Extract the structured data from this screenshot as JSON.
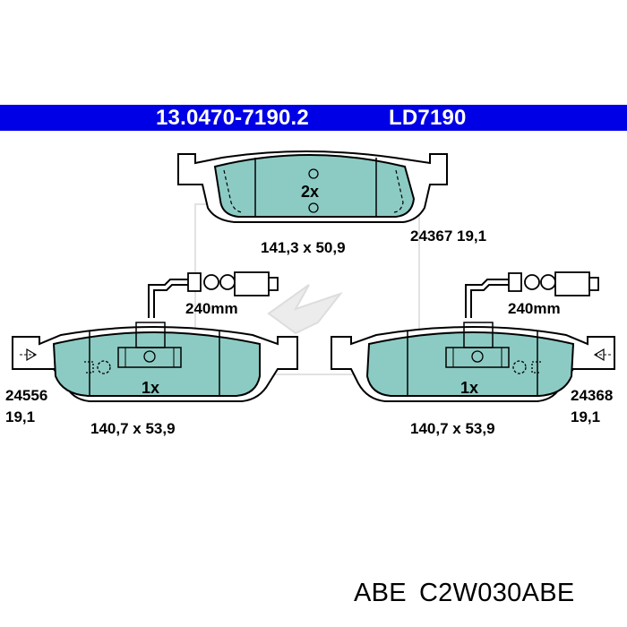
{
  "header": {
    "part_number": "13.0470-7190.2",
    "ref_number": "LD7190"
  },
  "top_pad": {
    "quantity": "2x",
    "dimensions": "141,3 x 50,9",
    "code": "24367",
    "thickness": "19,1"
  },
  "left_pad": {
    "quantity": "1x",
    "dimensions": "140,7 x 53,9",
    "code": "24556",
    "thickness": "19,1",
    "sensor_length": "240mm"
  },
  "right_pad": {
    "quantity": "1x",
    "dimensions": "140,7 x 53,9",
    "code": "24368",
    "thickness": "19,1",
    "sensor_length": "240mm"
  },
  "footer": {
    "brand": "ABE",
    "article": "C2W030ABE"
  },
  "colors": {
    "header_bg": "#0000e6",
    "pad_fill": "#8ccbc3",
    "line": "#000000"
  }
}
